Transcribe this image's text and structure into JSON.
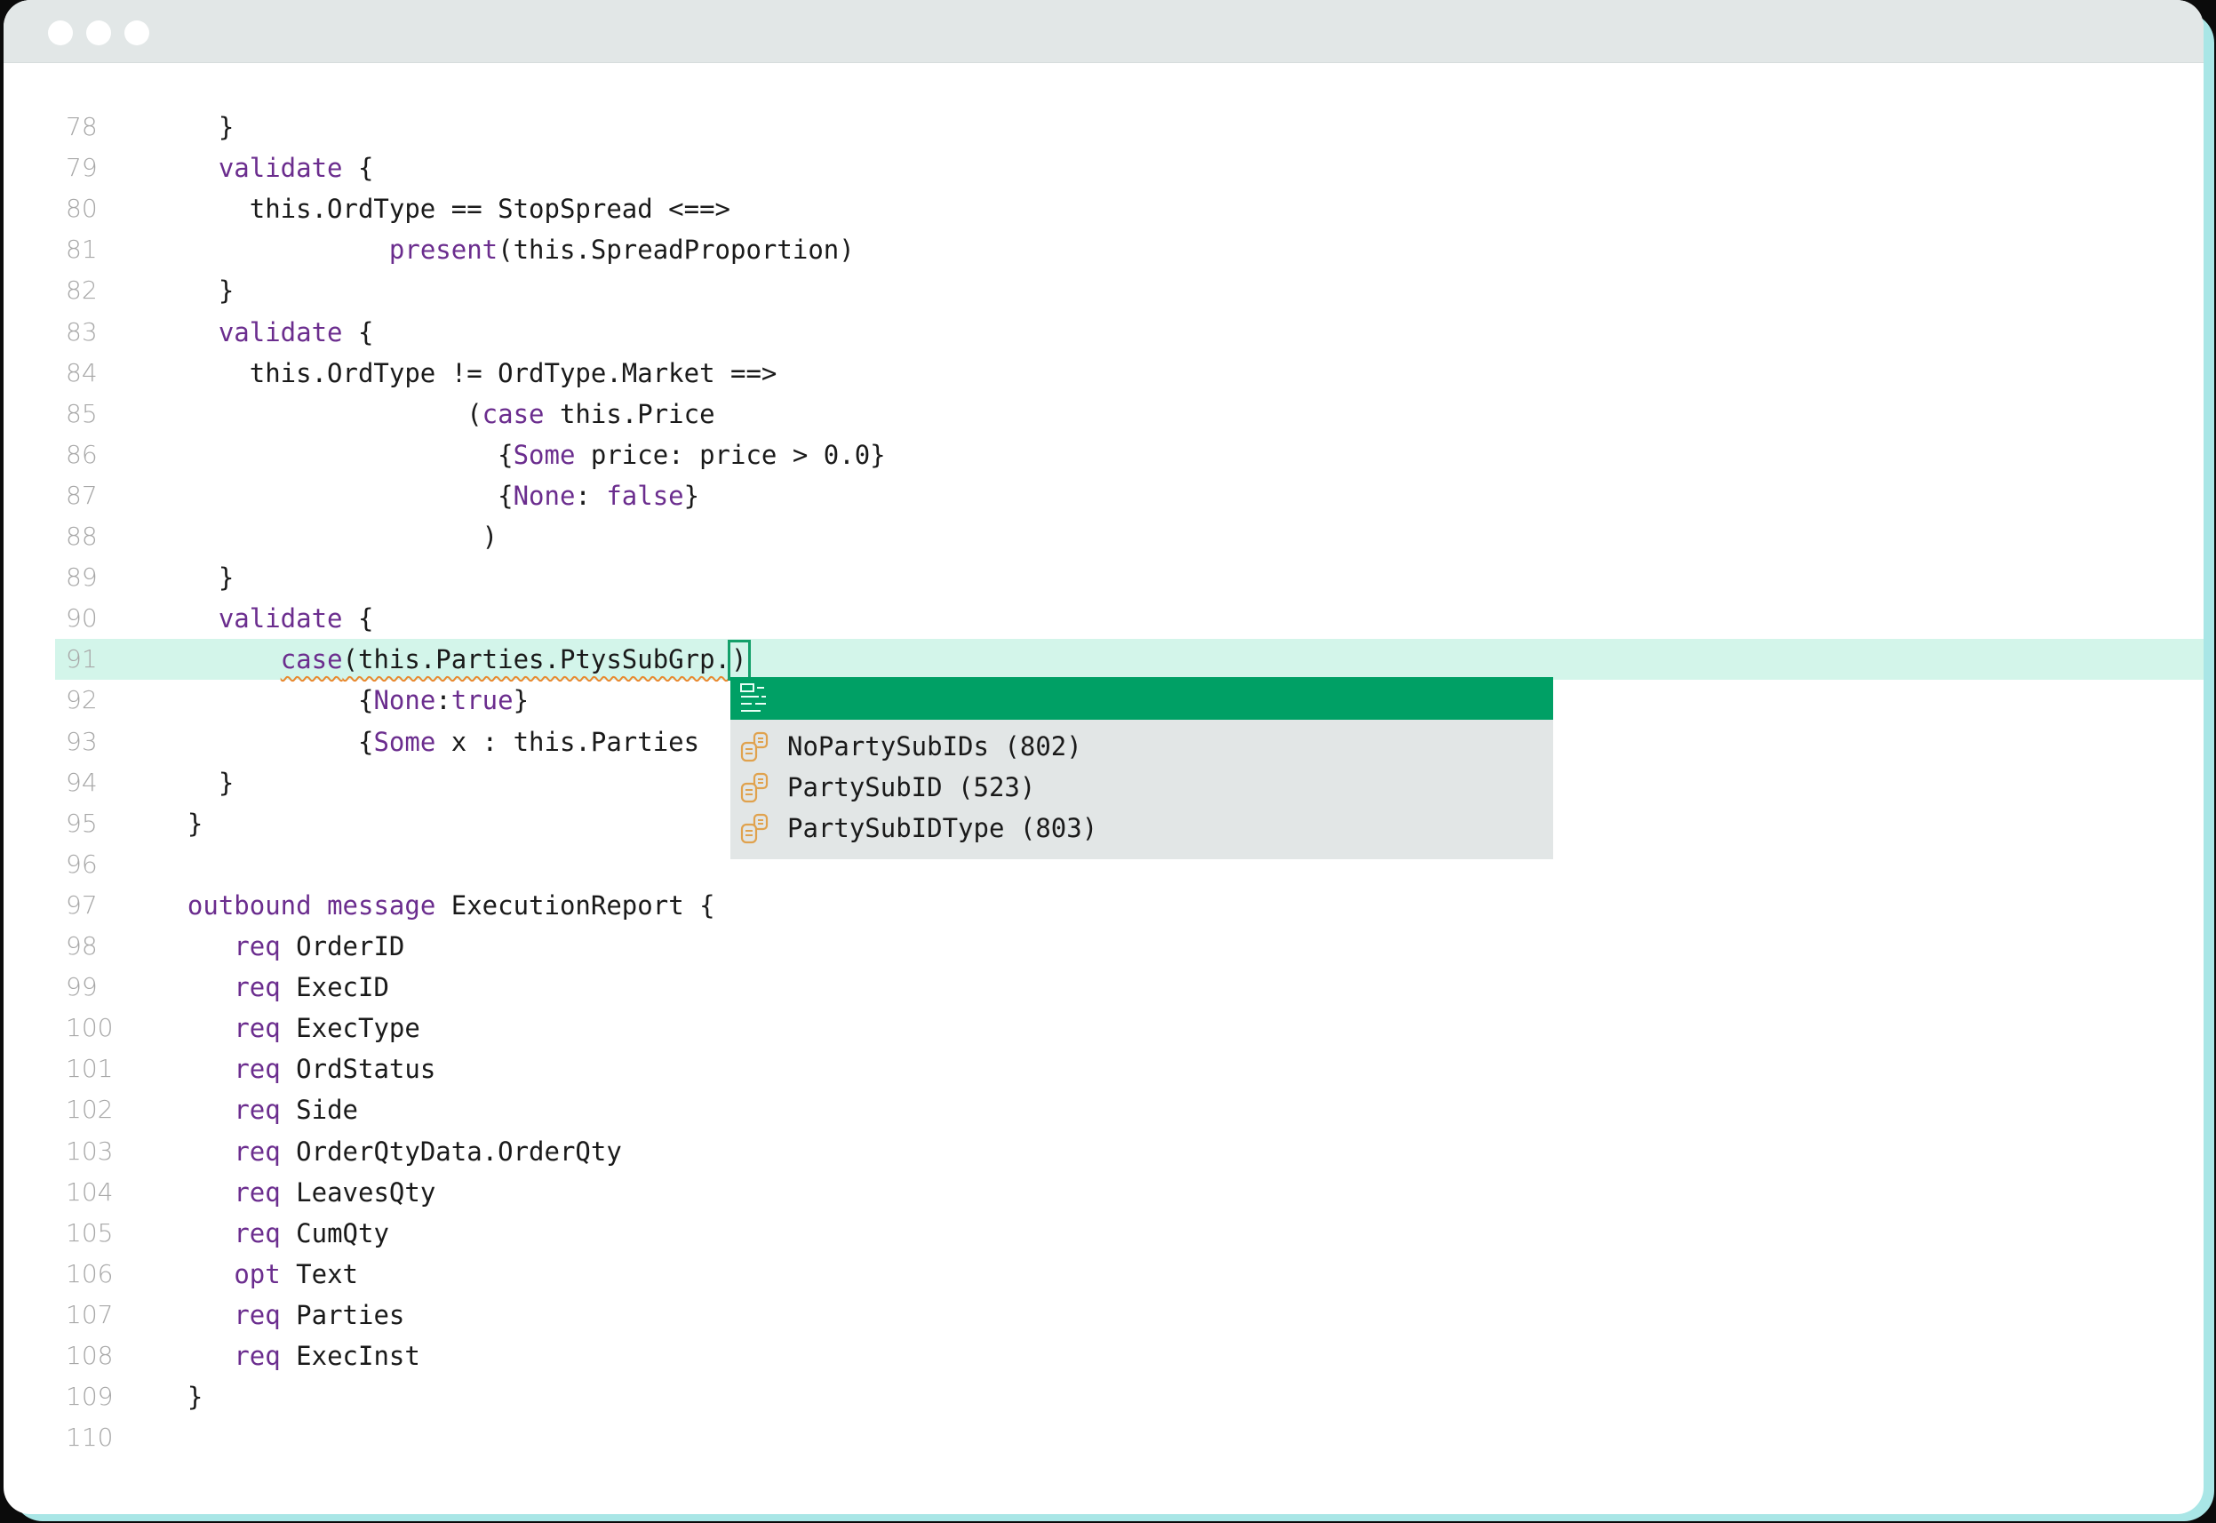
{
  "window": {
    "title_buttons": [
      "close",
      "minimize",
      "maximize"
    ],
    "colors": {
      "titlebar": "#e2e7e7",
      "keyword": "#6b2d8e",
      "current_line": "#d3f5ea",
      "popup_header": "#00a065",
      "popup_bg": "#e2e6e6",
      "squiggle": "#e8892f",
      "shadow": "#a9e6e6"
    }
  },
  "editor": {
    "current_line": 91,
    "lines": [
      {
        "n": "78",
        "segs": [
          {
            "t": "    }"
          }
        ]
      },
      {
        "n": "79",
        "segs": [
          {
            "t": "    "
          },
          {
            "t": "validate",
            "kw": true
          },
          {
            "t": " {"
          }
        ]
      },
      {
        "n": "80",
        "segs": [
          {
            "t": "      this.OrdType == StopSpread <==>"
          }
        ]
      },
      {
        "n": "81",
        "segs": [
          {
            "t": "               "
          },
          {
            "t": "present",
            "kw": true
          },
          {
            "t": "(this.SpreadProportion)"
          }
        ]
      },
      {
        "n": "82",
        "segs": [
          {
            "t": "    }"
          }
        ]
      },
      {
        "n": "83",
        "segs": [
          {
            "t": "    "
          },
          {
            "t": "validate",
            "kw": true
          },
          {
            "t": " {"
          }
        ]
      },
      {
        "n": "84",
        "segs": [
          {
            "t": "      this.OrdType != OrdType.Market ==>"
          }
        ]
      },
      {
        "n": "85",
        "segs": [
          {
            "t": "                    ("
          },
          {
            "t": "case",
            "kw": true
          },
          {
            "t": " this.Price"
          }
        ]
      },
      {
        "n": "86",
        "segs": [
          {
            "t": "                      {"
          },
          {
            "t": "Some",
            "kw": true
          },
          {
            "t": " price: price > 0.0}"
          }
        ]
      },
      {
        "n": "87",
        "segs": [
          {
            "t": "                      {"
          },
          {
            "t": "None",
            "kw": true
          },
          {
            "t": ": "
          },
          {
            "t": "false",
            "kw": true
          },
          {
            "t": "}"
          }
        ]
      },
      {
        "n": "88",
        "segs": [
          {
            "t": "                     )"
          }
        ]
      },
      {
        "n": "89",
        "segs": [
          {
            "t": "    }"
          }
        ]
      },
      {
        "n": "90",
        "segs": [
          {
            "t": "    "
          },
          {
            "t": "validate",
            "kw": true
          },
          {
            "t": " {"
          }
        ]
      },
      {
        "n": "91",
        "segs": [
          {
            "t": "        "
          },
          {
            "t": "case",
            "kw": true,
            "squiggle": true
          },
          {
            "t": "(this.Parties.PtysSubGrp.",
            "squiggle": true
          },
          {
            "t": ")",
            "cursor": true
          }
        ]
      },
      {
        "n": "92",
        "segs": [
          {
            "t": "             {"
          },
          {
            "t": "None",
            "kw": true
          },
          {
            "t": ":"
          },
          {
            "t": "true",
            "kw": true
          },
          {
            "t": "}"
          }
        ]
      },
      {
        "n": "93",
        "segs": [
          {
            "t": "             {"
          },
          {
            "t": "Some",
            "kw": true
          },
          {
            "t": " x : this.Parties"
          }
        ]
      },
      {
        "n": "94",
        "segs": [
          {
            "t": "    }"
          }
        ]
      },
      {
        "n": "95",
        "segs": [
          {
            "t": "  }"
          }
        ]
      },
      {
        "n": "96",
        "segs": [
          {
            "t": ""
          }
        ]
      },
      {
        "n": "97",
        "segs": [
          {
            "t": "  "
          },
          {
            "t": "outbound",
            "kw": true
          },
          {
            "t": " "
          },
          {
            "t": "message",
            "kw": true
          },
          {
            "t": " ExecutionReport {"
          }
        ]
      },
      {
        "n": "98",
        "segs": [
          {
            "t": "     "
          },
          {
            "t": "req",
            "kw": true
          },
          {
            "t": " OrderID"
          }
        ]
      },
      {
        "n": "99",
        "segs": [
          {
            "t": "     "
          },
          {
            "t": "req",
            "kw": true
          },
          {
            "t": " ExecID"
          }
        ]
      },
      {
        "n": "100",
        "segs": [
          {
            "t": "     "
          },
          {
            "t": "req",
            "kw": true
          },
          {
            "t": " ExecType"
          }
        ]
      },
      {
        "n": "101",
        "segs": [
          {
            "t": "     "
          },
          {
            "t": "req",
            "kw": true
          },
          {
            "t": " OrdStatus"
          }
        ]
      },
      {
        "n": "102",
        "segs": [
          {
            "t": "     "
          },
          {
            "t": "req",
            "kw": true
          },
          {
            "t": " Side"
          }
        ]
      },
      {
        "n": "103",
        "segs": [
          {
            "t": "     "
          },
          {
            "t": "req",
            "kw": true
          },
          {
            "t": " OrderQtyData.OrderQty"
          }
        ]
      },
      {
        "n": "104",
        "segs": [
          {
            "t": "     "
          },
          {
            "t": "req",
            "kw": true
          },
          {
            "t": " LeavesQty"
          }
        ]
      },
      {
        "n": "105",
        "segs": [
          {
            "t": "     "
          },
          {
            "t": "req",
            "kw": true
          },
          {
            "t": " CumQty"
          }
        ]
      },
      {
        "n": "106",
        "segs": [
          {
            "t": "     "
          },
          {
            "t": "opt",
            "kw": true
          },
          {
            "t": " Text"
          }
        ]
      },
      {
        "n": "107",
        "segs": [
          {
            "t": "     "
          },
          {
            "t": "req",
            "kw": true
          },
          {
            "t": " Parties"
          }
        ]
      },
      {
        "n": "108",
        "segs": [
          {
            "t": "     "
          },
          {
            "t": "req",
            "kw": true
          },
          {
            "t": " ExecInst"
          }
        ]
      },
      {
        "n": "109",
        "segs": [
          {
            "t": "  }"
          }
        ]
      },
      {
        "n": "110",
        "segs": [
          {
            "t": ""
          }
        ]
      }
    ]
  },
  "autocomplete": {
    "header_icon": "outline-list-icon",
    "items": [
      {
        "label": "NoPartySubIDs (802)",
        "icon": "field-group-icon"
      },
      {
        "label": "PartySubID (523)",
        "icon": "field-group-icon"
      },
      {
        "label": "PartySubIDType (803)",
        "icon": "field-group-icon"
      }
    ]
  }
}
